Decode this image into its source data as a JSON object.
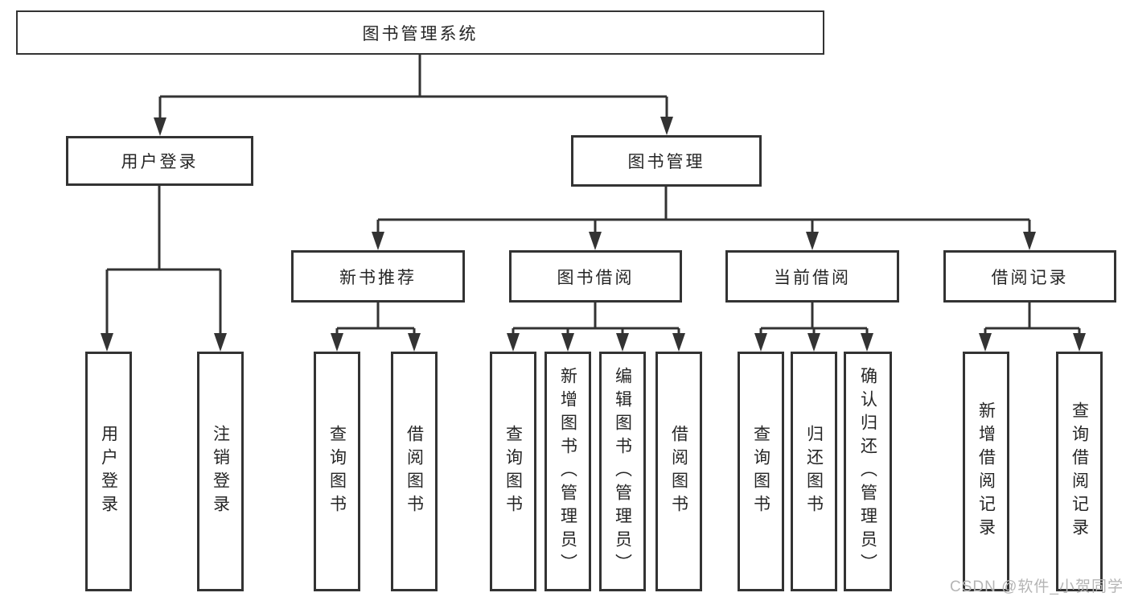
{
  "tree": {
    "root": "图书管理系统",
    "children": [
      {
        "label": "用户登录",
        "children": [
          {
            "label": "用户登录"
          },
          {
            "label": "注销登录"
          }
        ]
      },
      {
        "label": "图书管理",
        "children": [
          {
            "label": "新书推荐",
            "children": [
              {
                "label": "查询图书"
              },
              {
                "label": "借阅图书"
              }
            ]
          },
          {
            "label": "图书借阅",
            "children": [
              {
                "label": "查询图书"
              },
              {
                "label": "新增图书（管理员）"
              },
              {
                "label": "编辑图书（管理员）"
              },
              {
                "label": "借阅图书"
              }
            ]
          },
          {
            "label": "当前借阅",
            "children": [
              {
                "label": "查询图书"
              },
              {
                "label": "归还图书"
              },
              {
                "label": "确认归还（管理员）"
              }
            ]
          },
          {
            "label": "借阅记录",
            "children": [
              {
                "label": "新增借阅记录"
              },
              {
                "label": "查询借阅记录"
              }
            ]
          }
        ]
      }
    ]
  },
  "watermark": "CSDN @软件_小贺同学",
  "colors": {
    "line": "#333333",
    "box_border": "#333333",
    "text": "#262626",
    "watermark_text": "#b5b5b5",
    "background": "#ffffff"
  }
}
